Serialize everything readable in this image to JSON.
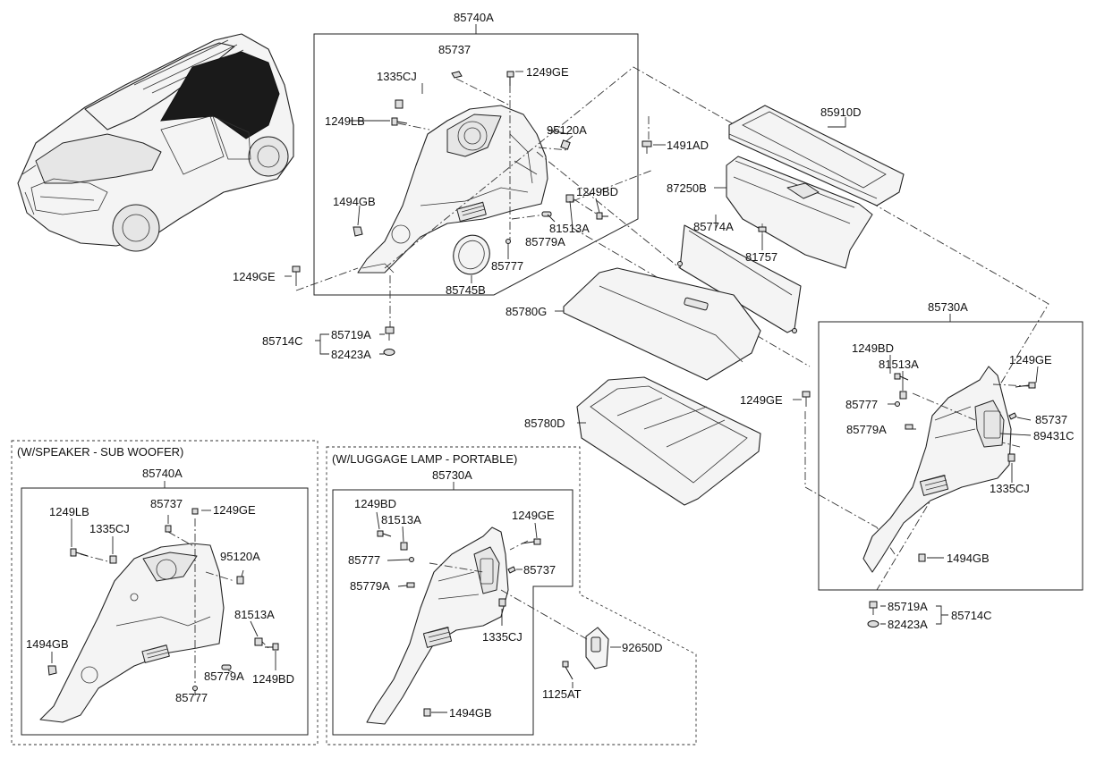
{
  "sections": {
    "speaker_sub_woofer": "(W/SPEAKER - SUB WOOFER)",
    "luggage_lamp_portable": "(W/LUGGAGE LAMP - PORTABLE)"
  },
  "labels": {
    "p85740A_main": "85740A",
    "p85737_main": "85737",
    "p1249GE_main_top": "1249GE",
    "p1335CJ_main": "1335CJ",
    "p1249LB_main": "1249LB",
    "p95120A_main": "95120A",
    "p1491AD": "1491AD",
    "p1494GB_main": "1494GB",
    "p1249BD_main": "1249BD",
    "p81513A_main": "81513A",
    "p85779A_main": "85779A",
    "p85777_main": "85777",
    "p85745B": "85745B",
    "p1249GE_left": "1249GE",
    "p85714C_left": "85714C",
    "p85719A_left": "85719A",
    "p82423A_left": "82423A",
    "p85910D": "85910D",
    "p87250B": "87250B",
    "p81757": "81757",
    "p85774A": "85774A",
    "p85780G": "85780G",
    "p85780D": "85780D",
    "p1249GE_mid": "1249GE",
    "p85730A_right": "85730A",
    "p1249BD_right": "1249BD",
    "p81513A_right": "81513A",
    "p1249GE_right": "1249GE",
    "p85777_right": "85777",
    "p85737_right": "85737",
    "p89431C": "89431C",
    "p85779A_right": "85779A",
    "p1335CJ_right": "1335CJ",
    "p1494GB_right": "1494GB",
    "p85719A_right": "85719A",
    "p82423A_right": "82423A",
    "p85714C_right": "85714C",
    "p85740A_sub": "85740A",
    "p85737_sub": "85737",
    "p1249GE_sub": "1249GE",
    "p1249LB_sub": "1249LB",
    "p1335CJ_sub": "1335CJ",
    "p95120A_sub": "95120A",
    "p81513A_sub": "81513A",
    "p1494GB_sub": "1494GB",
    "p85779A_sub": "85779A",
    "p1249BD_sub": "1249BD",
    "p85777_sub": "85777",
    "p85730A_lamp": "85730A",
    "p1249BD_lamp": "1249BD",
    "p81513A_lamp": "81513A",
    "p1249GE_lamp": "1249GE",
    "p85777_lamp": "85777",
    "p85737_lamp": "85737",
    "p85779A_lamp": "85779A",
    "p1335CJ_lamp": "1335CJ",
    "p92650D": "92650D",
    "p1125AT": "1125AT",
    "p1494GB_lamp": "1494GB"
  },
  "icons": {
    "vehicle": "car-illustration",
    "fastener": "bolt-icon",
    "clip": "clip-icon"
  },
  "colors": {
    "line": "#222222",
    "highlight": "#1a1a1a",
    "part_fill": "#f4f4f4"
  }
}
